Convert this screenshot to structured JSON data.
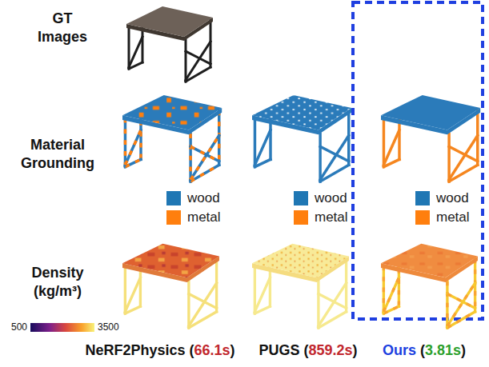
{
  "diagram": {
    "labels": [
      "GT Images",
      "Material Grounding",
      "Density (kg/m³)",
      "500",
      "3500",
      "NeRF2Physics",
      "(",
      "66.1s",
      ")",
      "PUGS",
      "(",
      "859.2s",
      ")",
      "Ours",
      "(",
      "3.81s",
      ")"
    ],
    "legend": [
      {
        "text": "wood",
        "color": "#1f77b4"
      },
      {
        "text": "metal",
        "color": "#ff7f0e"
      },
      {
        "text": "wood",
        "color": "#1f77b4"
      },
      {
        "text": "metal",
        "color": "#ff7f0e"
      },
      {
        "text": "wood",
        "color": "#1f77b4"
      },
      {
        "text": "metal",
        "color": "#ff7f0e"
      }
    ]
  }
}
